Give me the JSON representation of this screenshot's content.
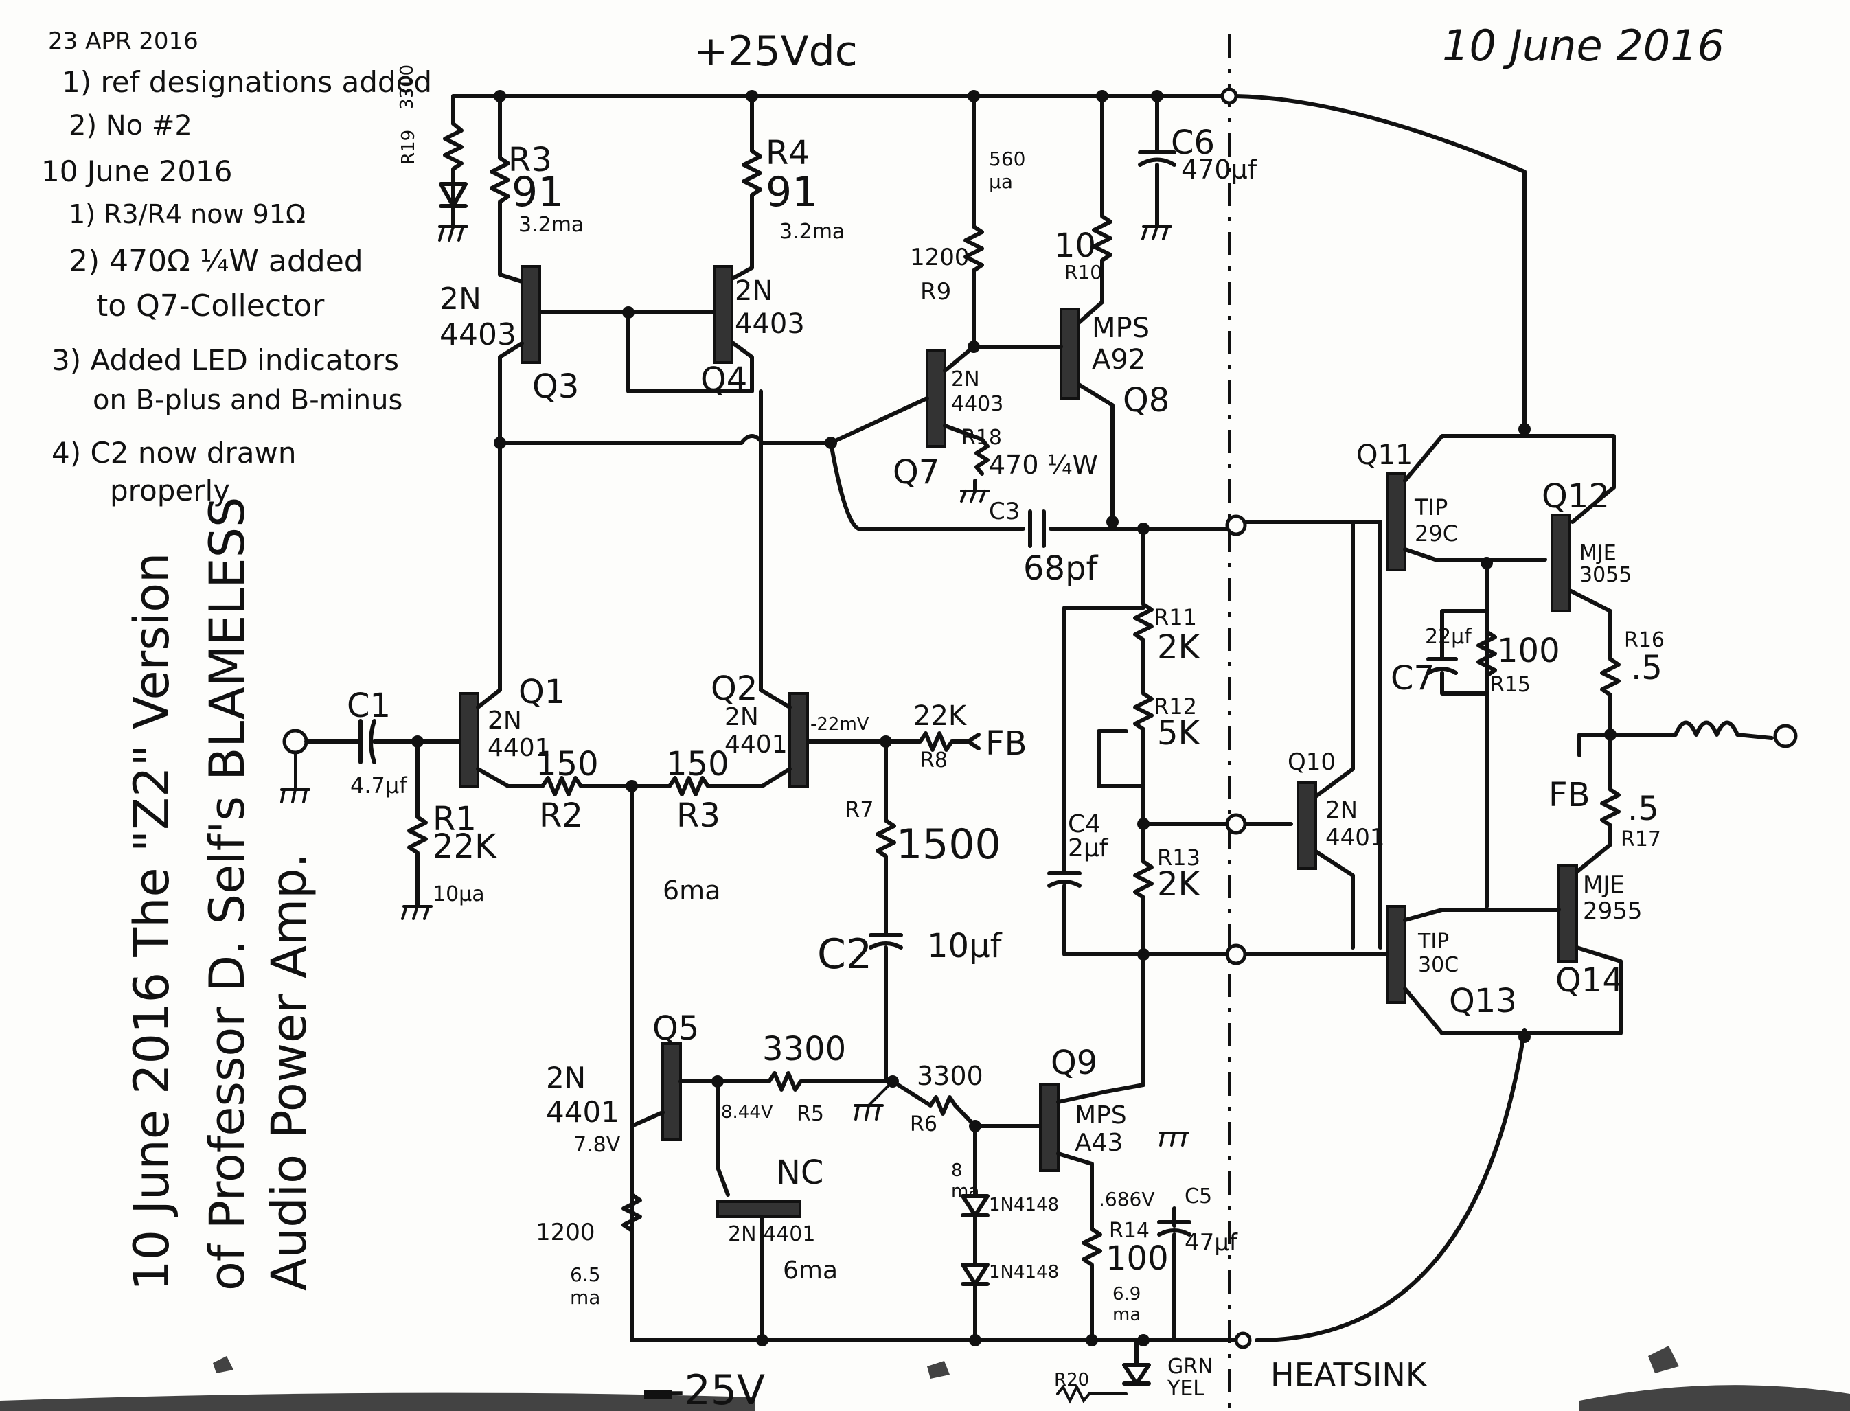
{
  "header": {
    "supply_pos": "+25Vdc",
    "supply_neg": "-25V",
    "date_top_right": "10 June 2016",
    "heatsink": "HEATSINK"
  },
  "revision_notes": [
    "23 APR 2016",
    "1) ref designations added",
    "2) No #2",
    "10 June 2016",
    "1) R3/R4 now 91Ω",
    "2) 470Ω ¼W added",
    "to Q7-Collector",
    "3) Added LED indicators",
    "on B-plus and B-minus",
    "4) C2 now drawn",
    "properly"
  ],
  "title_vertical": [
    "10 June 2016  The \"Z2\" Version",
    "of Professor D. Self's BLAMELESS",
    "Audio Power Amp."
  ],
  "labels": {
    "R19": "R19",
    "R19_val": "3300",
    "R3": "R3",
    "R3_val": "91",
    "I_R3": "3.2ma",
    "R4": "R4",
    "R4_val": "91",
    "I_R4": "3.2ma",
    "Q3": "Q3",
    "Q3_type": "2N 4403",
    "Q4": "Q4",
    "Q4_type": "2N 4403",
    "I_R9": "560 μa",
    "R9": "R9",
    "R9_val": "1200",
    "R10": "R10",
    "R10_val": "10",
    "C6": "C6",
    "C6_val": "470μf",
    "Q8": "Q8",
    "Q8_type": "MPS A92",
    "Q7": "Q7",
    "Q7_type": "2N 4403",
    "R18": "R18",
    "R18_val": "470 ¼W",
    "C3": "C3",
    "C3_val": "68pf",
    "Q11": "Q11",
    "Q11_type": "TIP 29C",
    "Q12": "Q12",
    "Q12_type": "MJE 3055",
    "C7": "C7",
    "C7_val": "22μf",
    "R15": "R15",
    "R15_val": "100",
    "R16": "R16",
    "R16_val": ".5",
    "R17": "R17",
    "R17_val": ".5",
    "FB_out": "FB",
    "Q1": "Q1",
    "Q1_type": "2N 4401",
    "Q2": "Q2",
    "Q2_type": "2N 4401",
    "V_Q2": "-22mV",
    "C1": "C1",
    "C1_val": "4.7μf",
    "R1": "R1",
    "R1_val": "22K",
    "I_R1": "10μa",
    "R2": "R2",
    "R2_val": "150",
    "R3b": "R3",
    "R3b_val": "150",
    "R8": "R8",
    "R8_val": "22K",
    "FB_in": "FB",
    "R7": "R7",
    "R7_val": "1500",
    "C2": "C2",
    "C2_val": "10μf",
    "I_tail": "6ma",
    "R11": "R11",
    "R11_val": "2K",
    "R12": "R12",
    "R12_val": "5K",
    "R13": "R13",
    "R13_val": "2K",
    "C4": "C4",
    "C4_val": "2μf",
    "Q10": "Q10",
    "Q10_type": "2N 4401",
    "Q13": "Q13",
    "Q13_type": "TIP 30C",
    "Q14": "Q14",
    "Q14_type": "MJE 2955",
    "Q5": "Q5",
    "Q5_type": "2N 4401",
    "V_Q5": "7.8V",
    "R5": "R5",
    "R5_val": "3300",
    "V_R5": "8.44V",
    "R6": "R6",
    "R6_val": "3300",
    "Q9": "Q9",
    "Q9_type": "MPS A43",
    "D1": "1N4148",
    "D2": "1N4148",
    "I_D": "8 ma",
    "NC": "NC",
    "Q6_type": "2N 4401",
    "I_Q6": "6ma",
    "R_1200": "1200",
    "I_1200": "6.5 ma",
    "R14": "R14",
    "R14_val": "100",
    "V_R14": ".686V",
    "I_R14": "6.9 ma",
    "C5": "C5",
    "C5_val": "47μf",
    "R20": "R20",
    "LED_note": "GRN YEL"
  }
}
